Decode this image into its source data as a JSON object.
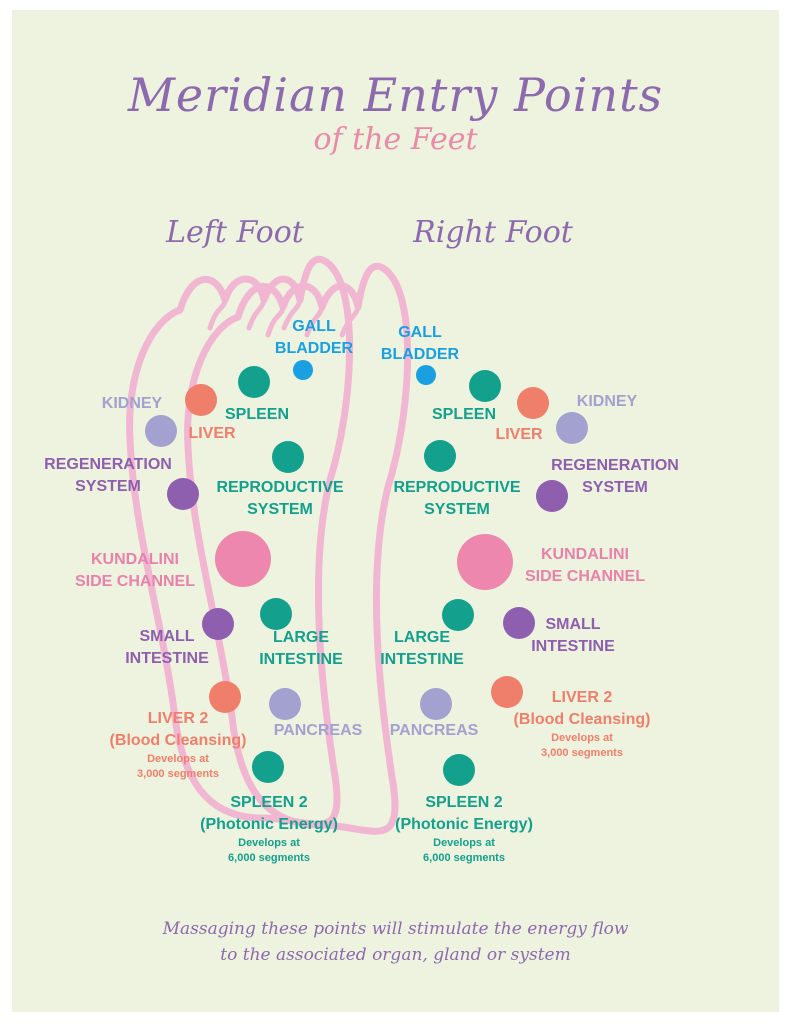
{
  "title": "Meridian Entry Points",
  "subtitle": "of the Feet",
  "left_heading": "Left Foot",
  "right_heading": "Right Foot",
  "colors": {
    "background": "#eef3df",
    "teal": "#13a08d",
    "blue": "#1aa0e0",
    "coral": "#ef7f6b",
    "lavender": "#a2a1cf",
    "purple": "#8e5fae",
    "pink": "#ee87ad",
    "outline": "#f1b7d2"
  },
  "labels": {
    "gall_bladder": [
      "GALL",
      "BLADDER"
    ],
    "spleen": "SPLEEN",
    "kidney": "KIDNEY",
    "liver": "LIVER",
    "regeneration": [
      "REGENERATION",
      "SYSTEM"
    ],
    "reproductive": [
      "REPRODUCTIVE",
      "SYSTEM"
    ],
    "kundalini": [
      "KUNDALINI",
      "SIDE CHANNEL"
    ],
    "small_intestine": [
      "SMALL",
      "INTESTINE"
    ],
    "large_intestine": [
      "LARGE",
      "INTESTINE"
    ],
    "liver2": [
      "LIVER 2",
      "(Blood Cleansing)"
    ],
    "liver2_note": [
      "Develops at",
      "3,000 segments"
    ],
    "pancreas": "PANCREAS",
    "spleen2": [
      "SPLEEN 2",
      "(Photonic Energy)"
    ],
    "spleen2_note": [
      "Develops at",
      "6,000 segments"
    ]
  },
  "footer": [
    "Massaging these points will stimulate the energy flow",
    "to the associated organ, gland or system"
  ]
}
